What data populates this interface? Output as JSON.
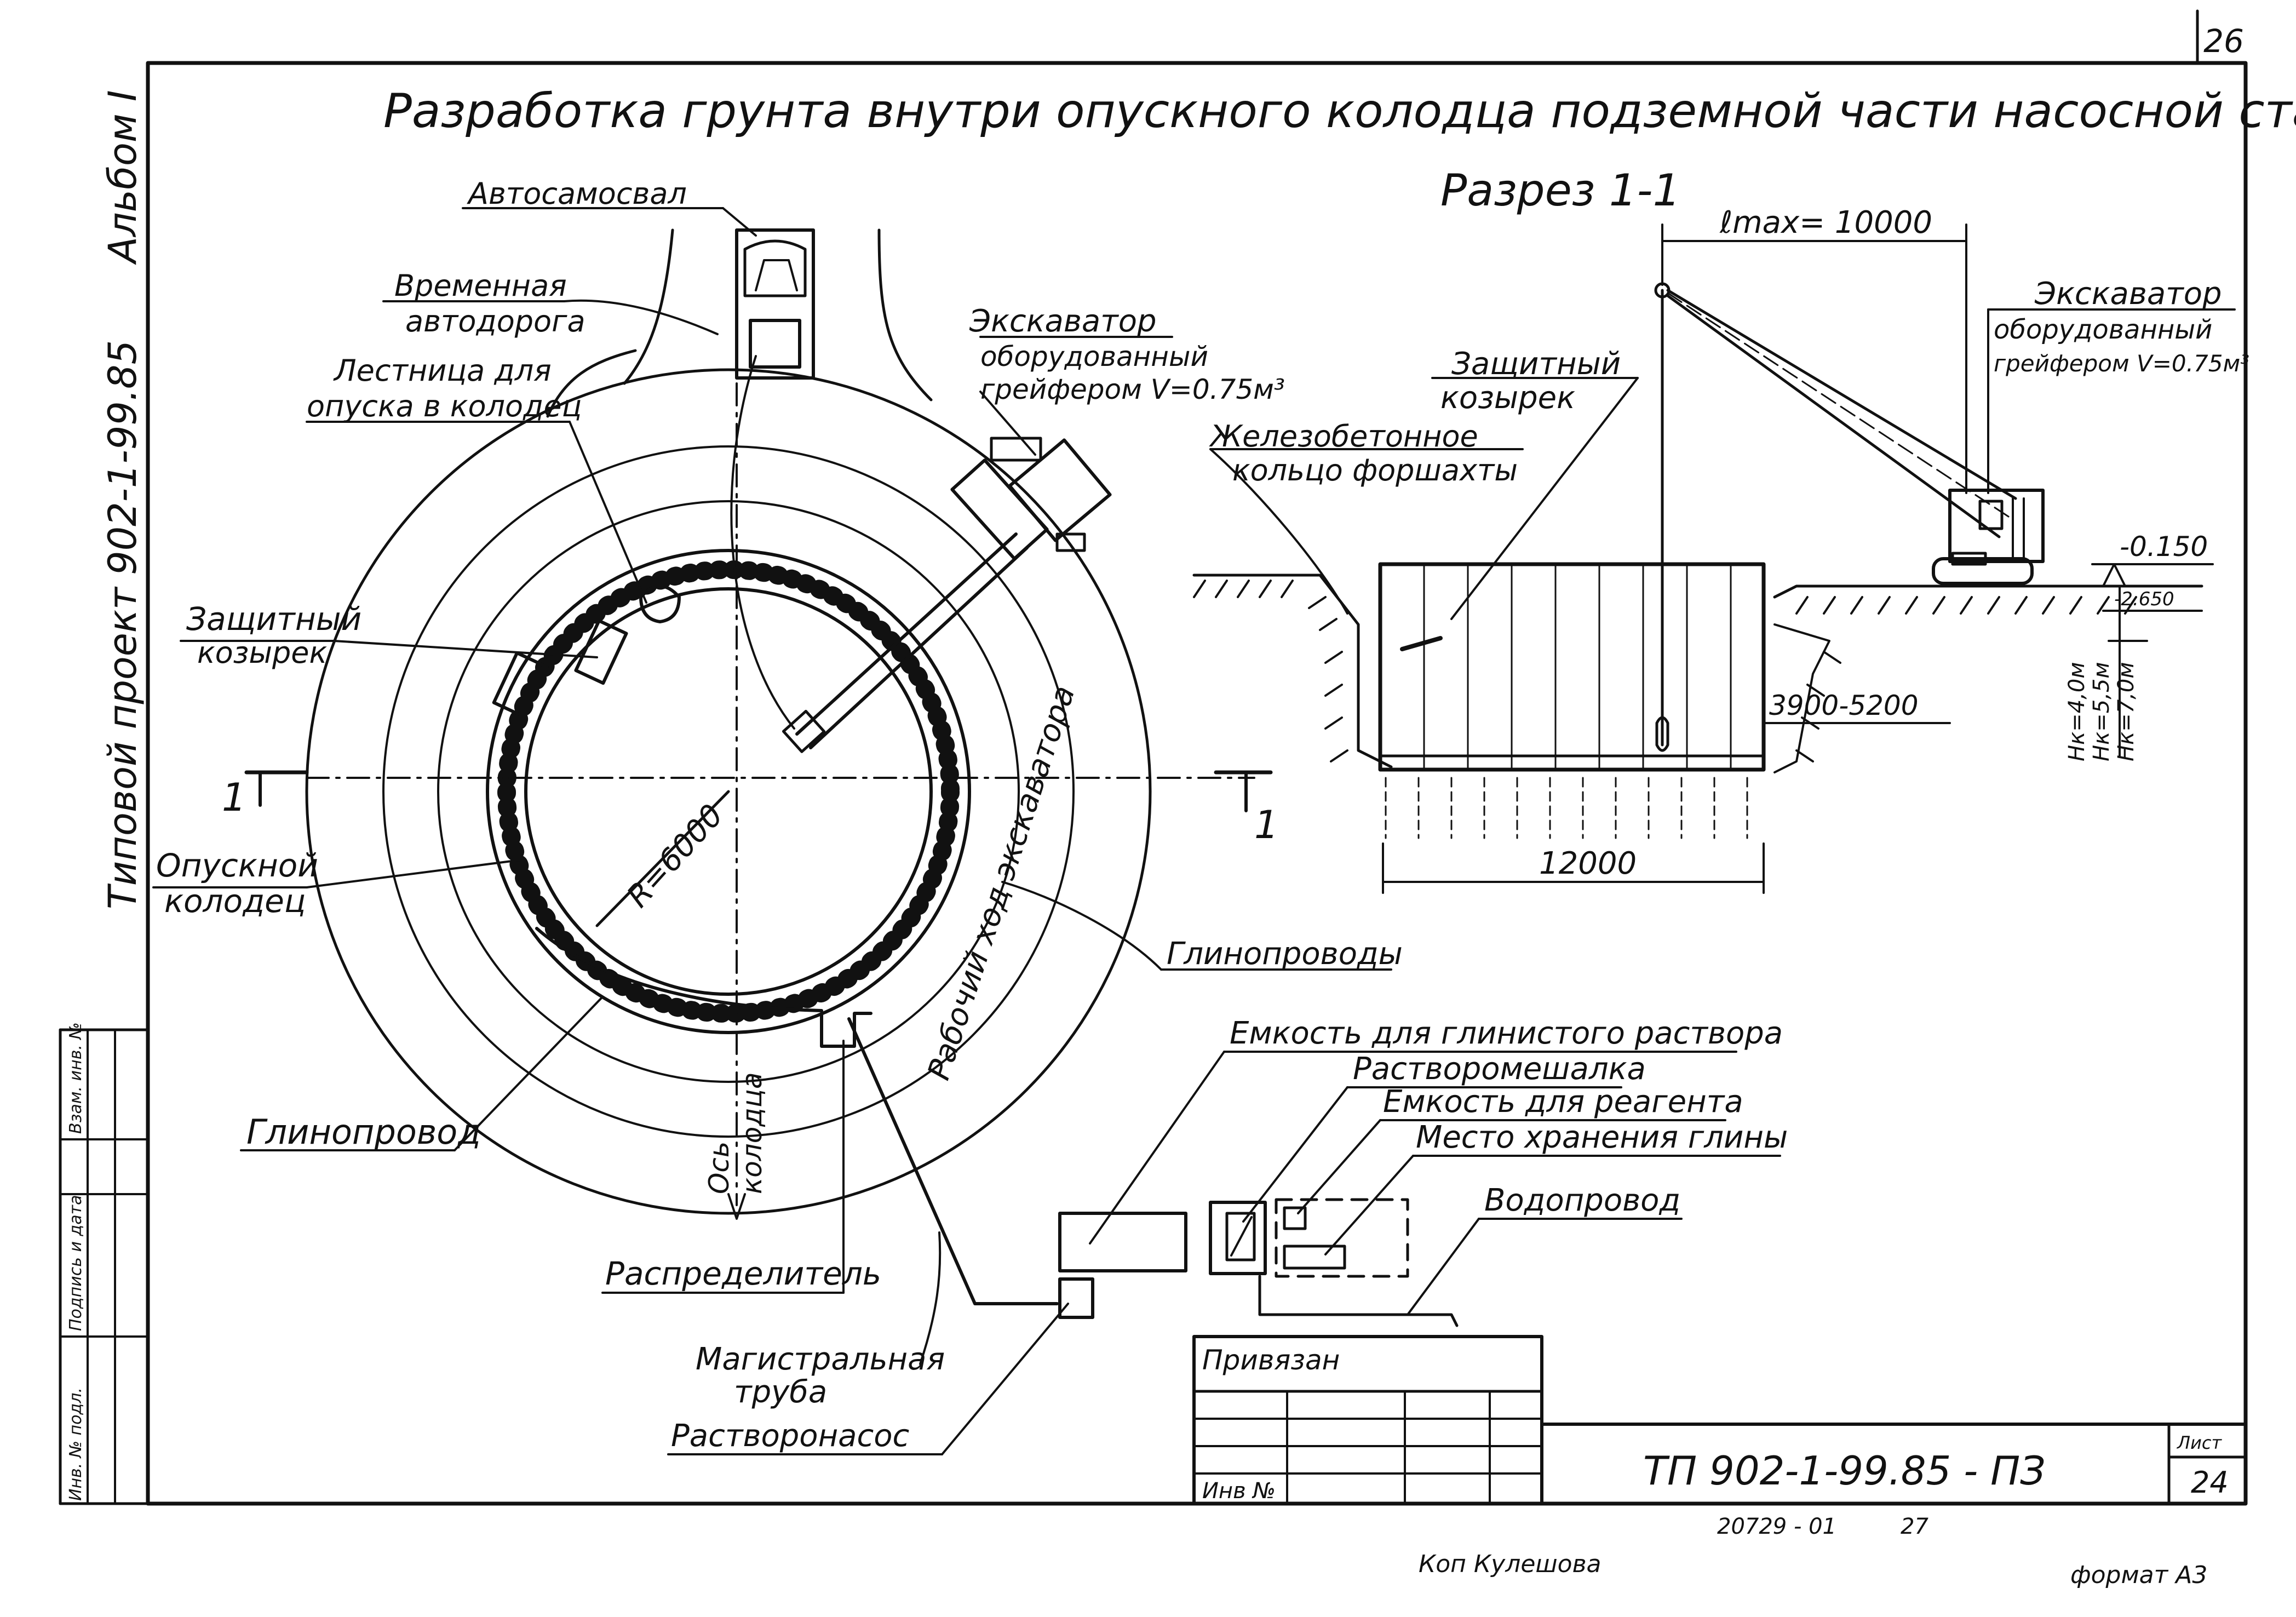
{
  "sheet_number": "26",
  "title": "Разработка грунта внутри опускного колодца подземной части насосной станции",
  "side_text": {
    "album": "Альбом I",
    "project": "Типовой проект 902-1-99.85"
  },
  "plan": {
    "labels": {
      "dump_truck": "Автосамосвал",
      "temp_road_1": "Временная",
      "temp_road_2": "автодорога",
      "ladder_1": "Лестница для",
      "ladder_2": "опуска в колодец",
      "excavator_1": "Экскаватор",
      "excavator_2": "оборудованный",
      "excavator_3": "грейфером V=0.75м³",
      "shield_1": "Защитный",
      "shield_2": "козырек",
      "well_1": "Опускной",
      "well_2": "колодец",
      "radius": "R=6000",
      "work_path": "Рабочий ход экскаватора",
      "clay_lines": "Глинопроводы",
      "clay_line": "Глинопровод",
      "axis_1": "Ось",
      "axis_2": "колодца",
      "distributor": "Распределитель",
      "main_pipe_1": "Магистральная",
      "main_pipe_2": "труба",
      "mortar_pump": "Растворонасос",
      "clay_tank": "Емкость для глинистого раствора",
      "mixer": "Растворомешалка",
      "reagent_tank": "Емкость для реагента",
      "clay_storage": "Место хранения глины",
      "water_pipe": "Водопровод",
      "section_mark_left": "1",
      "section_mark_right": "1"
    }
  },
  "section": {
    "title": "Разрез 1-1",
    "reach": "ℓmax= 10000",
    "excavator_1": "Экскаватор",
    "excavator_2": "оборудованный",
    "excavator_3": "грейфером V=0.75м³",
    "shield_1": "Защитный",
    "shield_2": "козырек",
    "ring_1": "Железобетонное",
    "ring_2": "кольцо форшахты",
    "level_top": "-0.150",
    "level_2": "-2.650",
    "depth_range": "3900-5200",
    "width": "12000",
    "hk_1": "Hк=4,0м",
    "hk_2": "Hк=5,5м",
    "hk_3": "Hк=7,0м"
  },
  "title_block": {
    "linked": "Привязан",
    "inv": "Инв №",
    "code": "ТП 902-1-99.85 - ПЗ",
    "sheet_label": "Лист",
    "sheet_no": "24",
    "order": "20729 - 01",
    "copy_no": "27"
  },
  "stamp_column": {
    "c1": "Инв. № подл.",
    "c2": "Подпись и дата",
    "c3": "Взам. инв. №"
  },
  "footer": {
    "copied": "Коп Кулешова",
    "format": "формат А3"
  }
}
